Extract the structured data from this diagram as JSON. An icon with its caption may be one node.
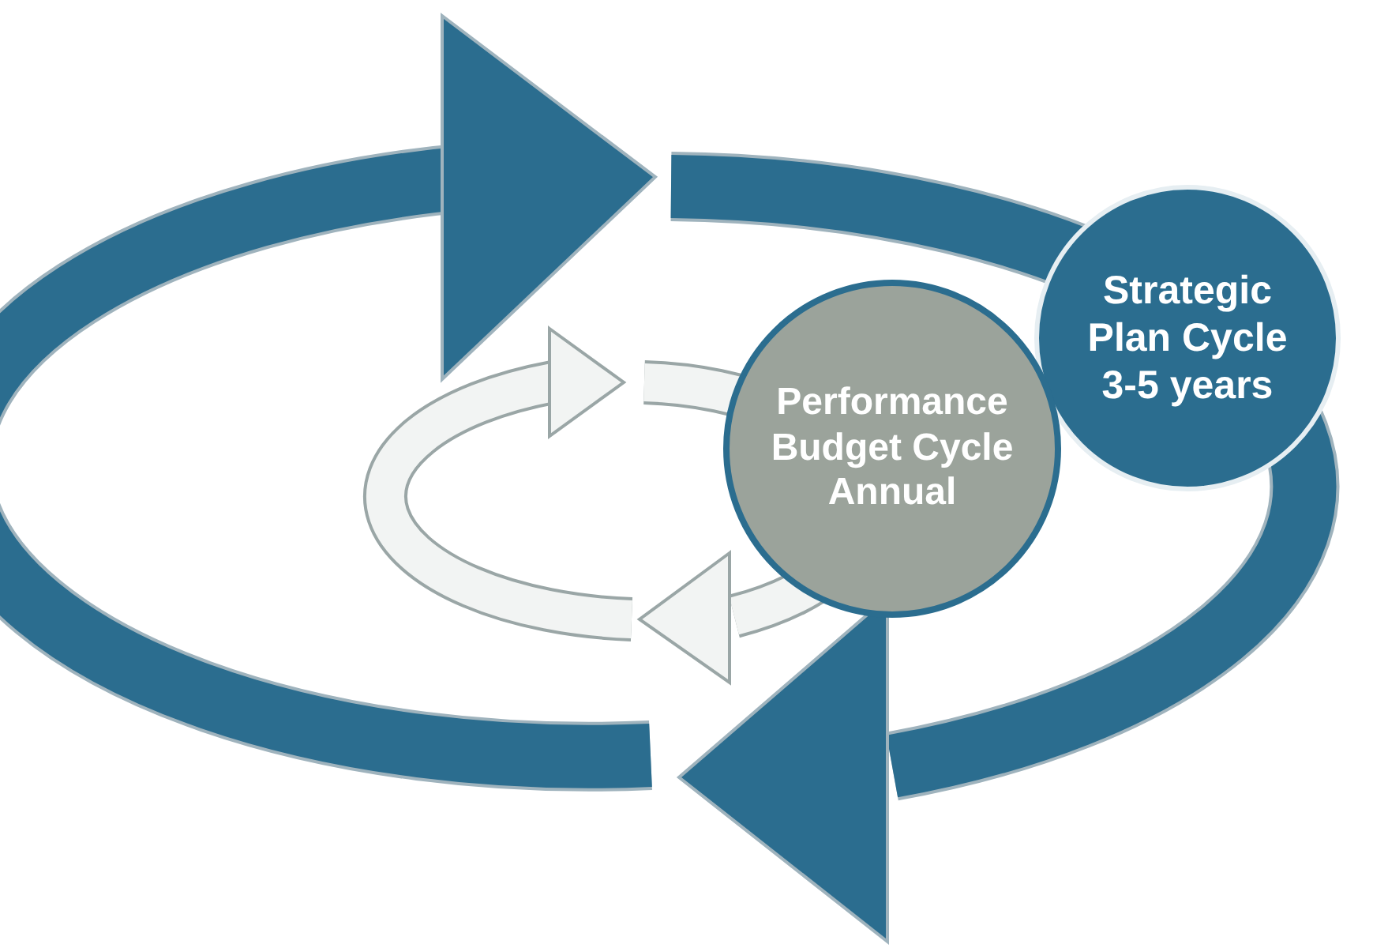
{
  "diagram": {
    "nodes": [
      {
        "text": [
          "Strategic Plan Cycle",
          "3-5 years"
        ]
      },
      {
        "text": [
          "Performance Budget Cycle",
          "Annual"
        ]
      }
    ]
  }
}
